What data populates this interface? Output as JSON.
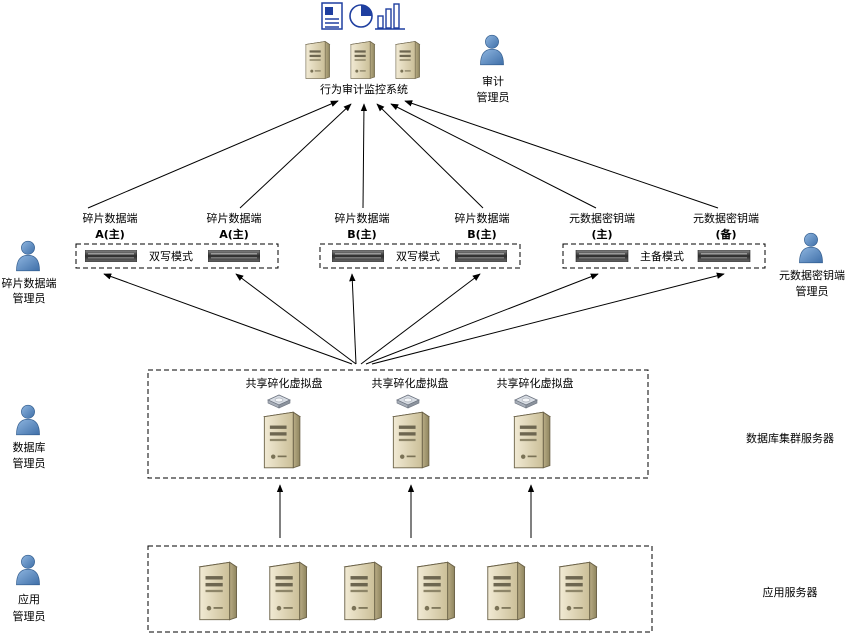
{
  "top": {
    "system_label": "行为审计监控系统",
    "audit_admin": [
      "审计",
      "管理员"
    ]
  },
  "shard_nodes": [
    {
      "title": "碎片数据端",
      "sub": "A(主)"
    },
    {
      "title": "碎片数据端",
      "sub": "A(主)"
    },
    {
      "title": "碎片数据端",
      "sub": "B(主)"
    },
    {
      "title": "碎片数据端",
      "sub": "B(主)"
    },
    {
      "title": "元数据密钥端",
      "sub": "(主)"
    },
    {
      "title": "元数据密钥端",
      "sub": "(备)"
    }
  ],
  "groups": {
    "a_mode": "双写模式",
    "b_mode": "双写模式",
    "meta_mode": "主备模式"
  },
  "admins": {
    "shard": [
      "碎片数据端",
      "管理员"
    ],
    "meta": [
      "元数据密钥端",
      "管理员"
    ],
    "database": [
      "数据库",
      "管理员"
    ],
    "app": [
      "应用",
      "管理员"
    ]
  },
  "cluster": {
    "disk_labels": [
      "共享碎化虚拟盘",
      "共享碎化虚拟盘",
      "共享碎化虚拟盘"
    ],
    "label": "数据库集群服务器"
  },
  "app_servers": {
    "label": "应用服务器"
  },
  "colors": {
    "admin_blue": "#5b8fc7",
    "server_beige": "#d9cfae",
    "report_blue": "#1f3fa0",
    "rack_dark": "#3a3a3a"
  }
}
